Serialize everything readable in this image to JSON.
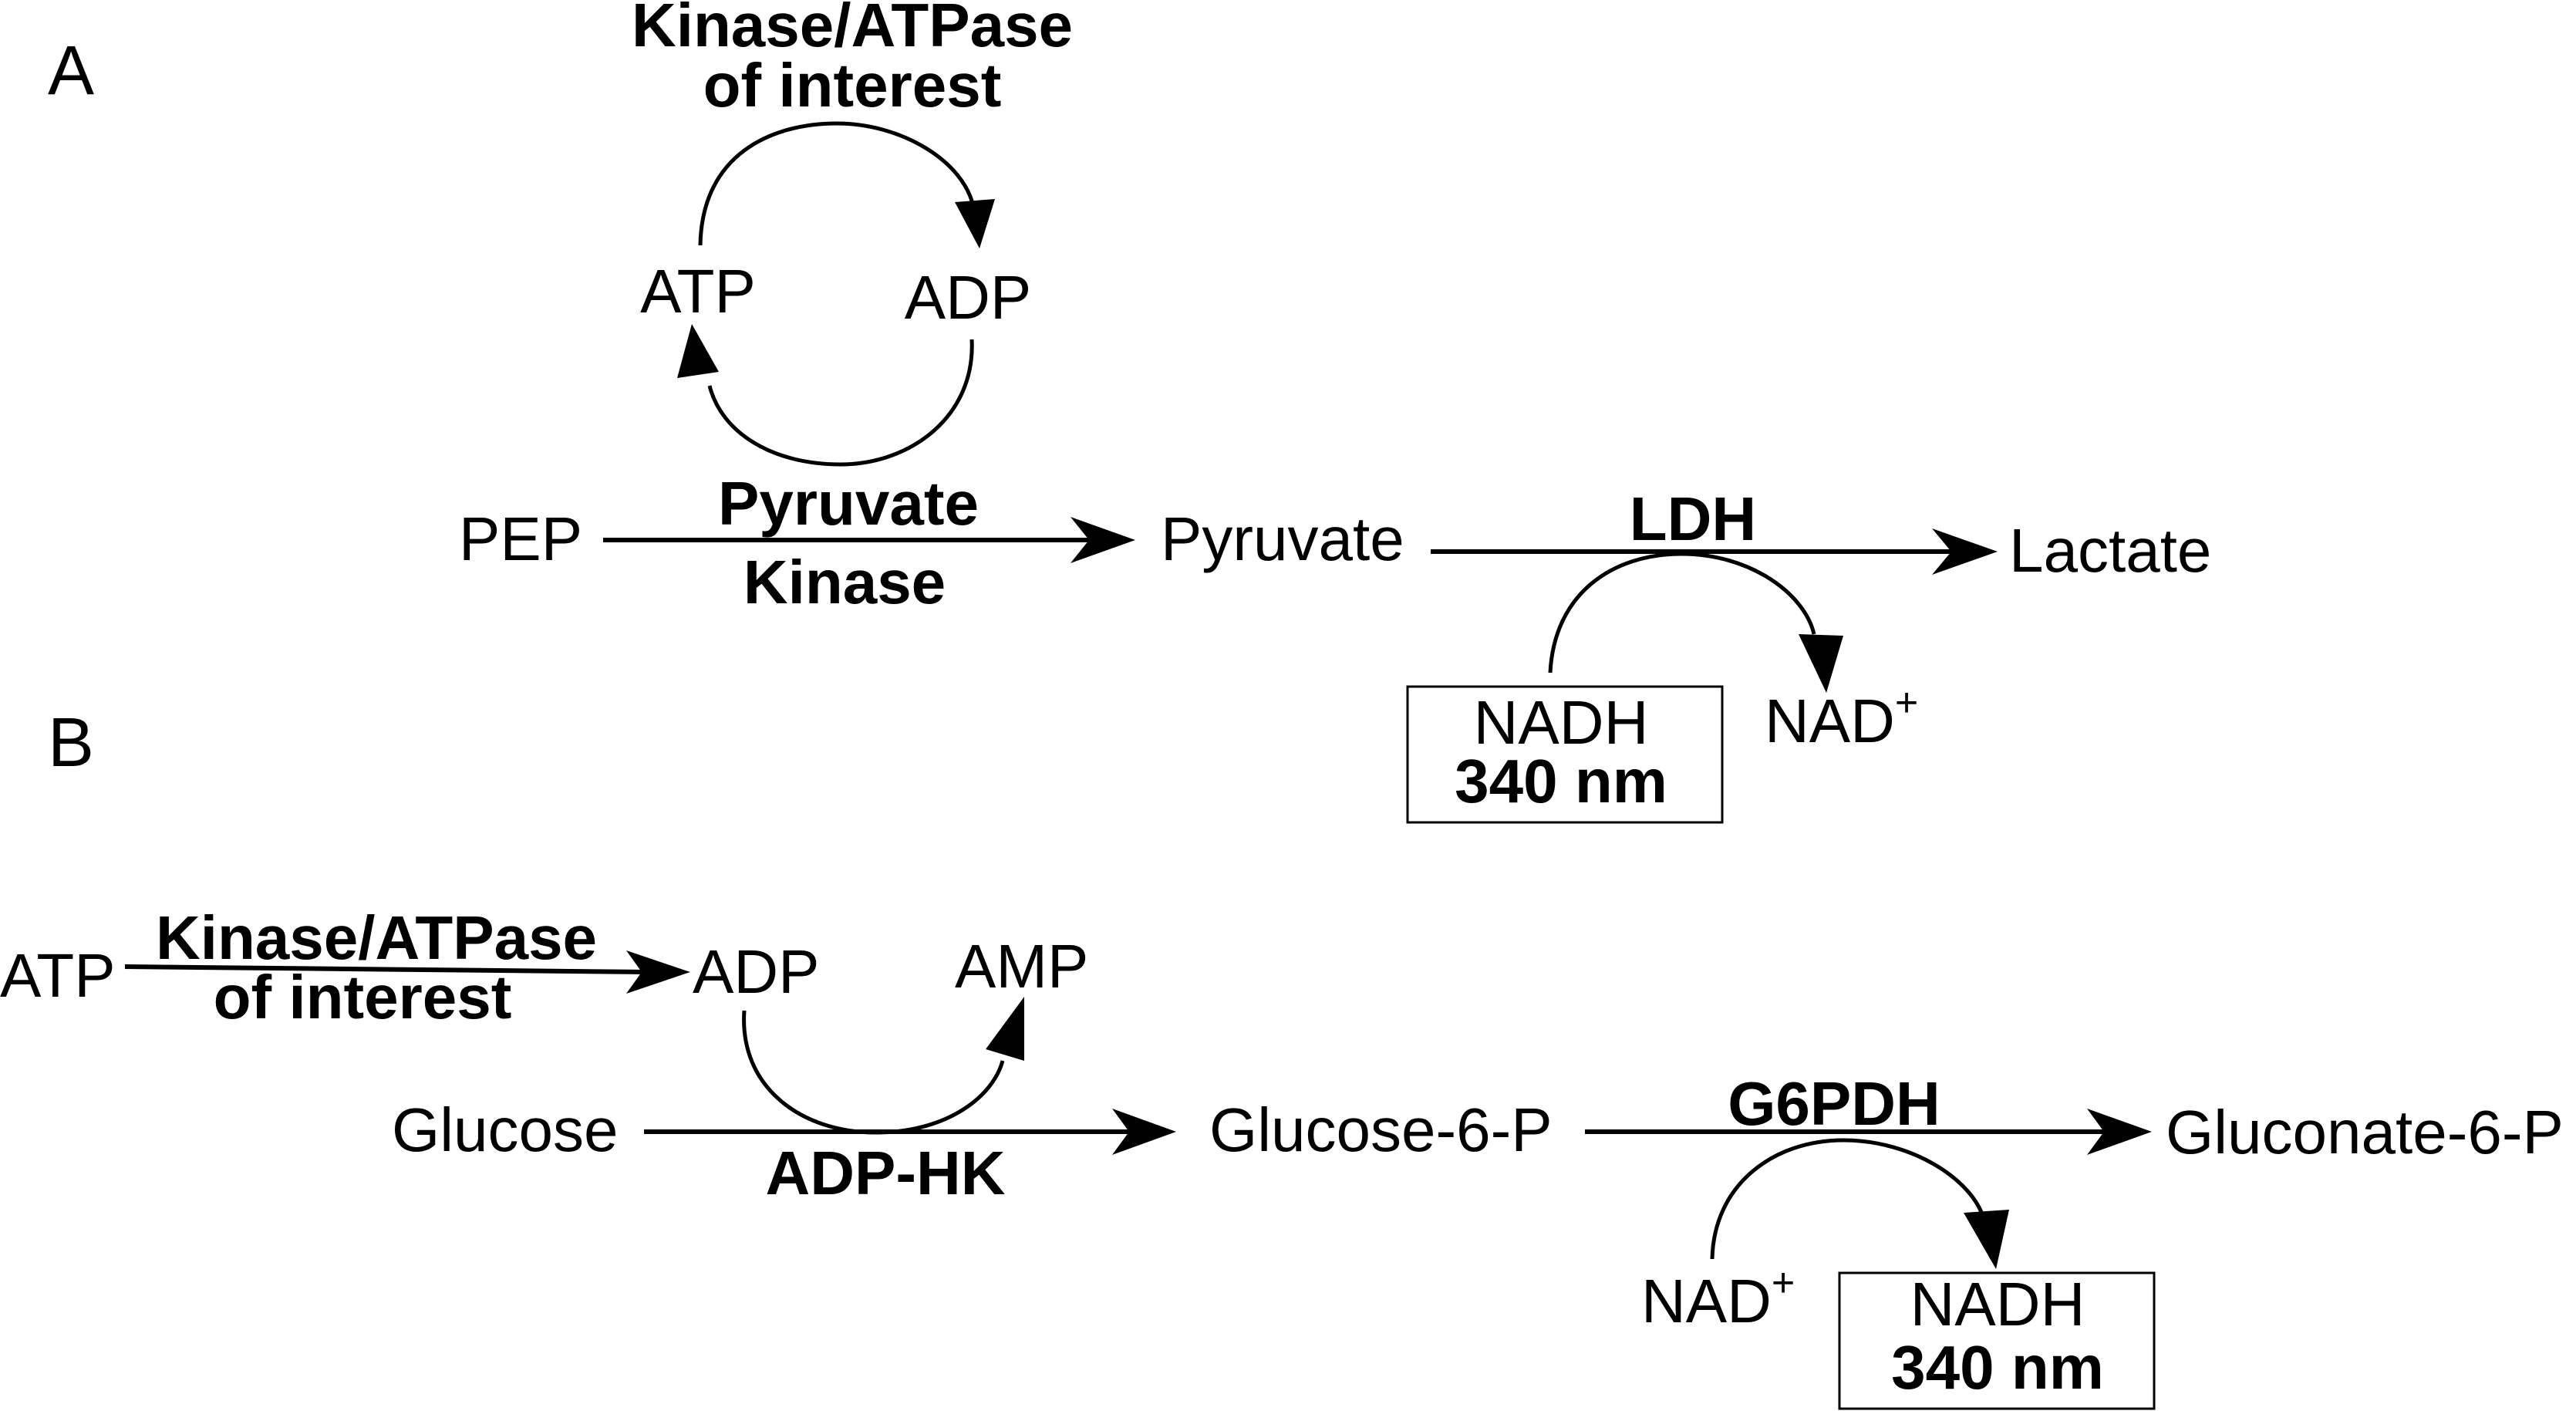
{
  "panel_a": {
    "label": "A",
    "enzyme_of_interest": [
      "Kinase/ATPase",
      "of interest"
    ],
    "atp": "ATP",
    "adp": "ADP",
    "pep": "PEP",
    "pyruvate_kinase": [
      "Pyruvate",
      "Kinase"
    ],
    "pyruvate": "Pyruvate",
    "ldh": "LDH",
    "lactate": "Lactate",
    "nadh_box": {
      "line1": "NADH",
      "line2": "340 nm"
    },
    "nad_plus": {
      "base": "NAD",
      "sup": "+"
    }
  },
  "panel_b": {
    "label": "B",
    "atp": "ATP",
    "enzyme_of_interest": [
      "Kinase/ATPase",
      "of interest"
    ],
    "adp": "ADP",
    "amp": "AMP",
    "glucose": "Glucose",
    "adp_hk": "ADP-HK",
    "glucose_6_p": "Glucose-6-P",
    "g6pdh": "G6PDH",
    "gluconate_6_p": "Gluconate-6-P",
    "nad_plus": {
      "base": "NAD",
      "sup": "+"
    },
    "nadh_box": {
      "line1": "NADH",
      "line2": "340 nm"
    }
  }
}
